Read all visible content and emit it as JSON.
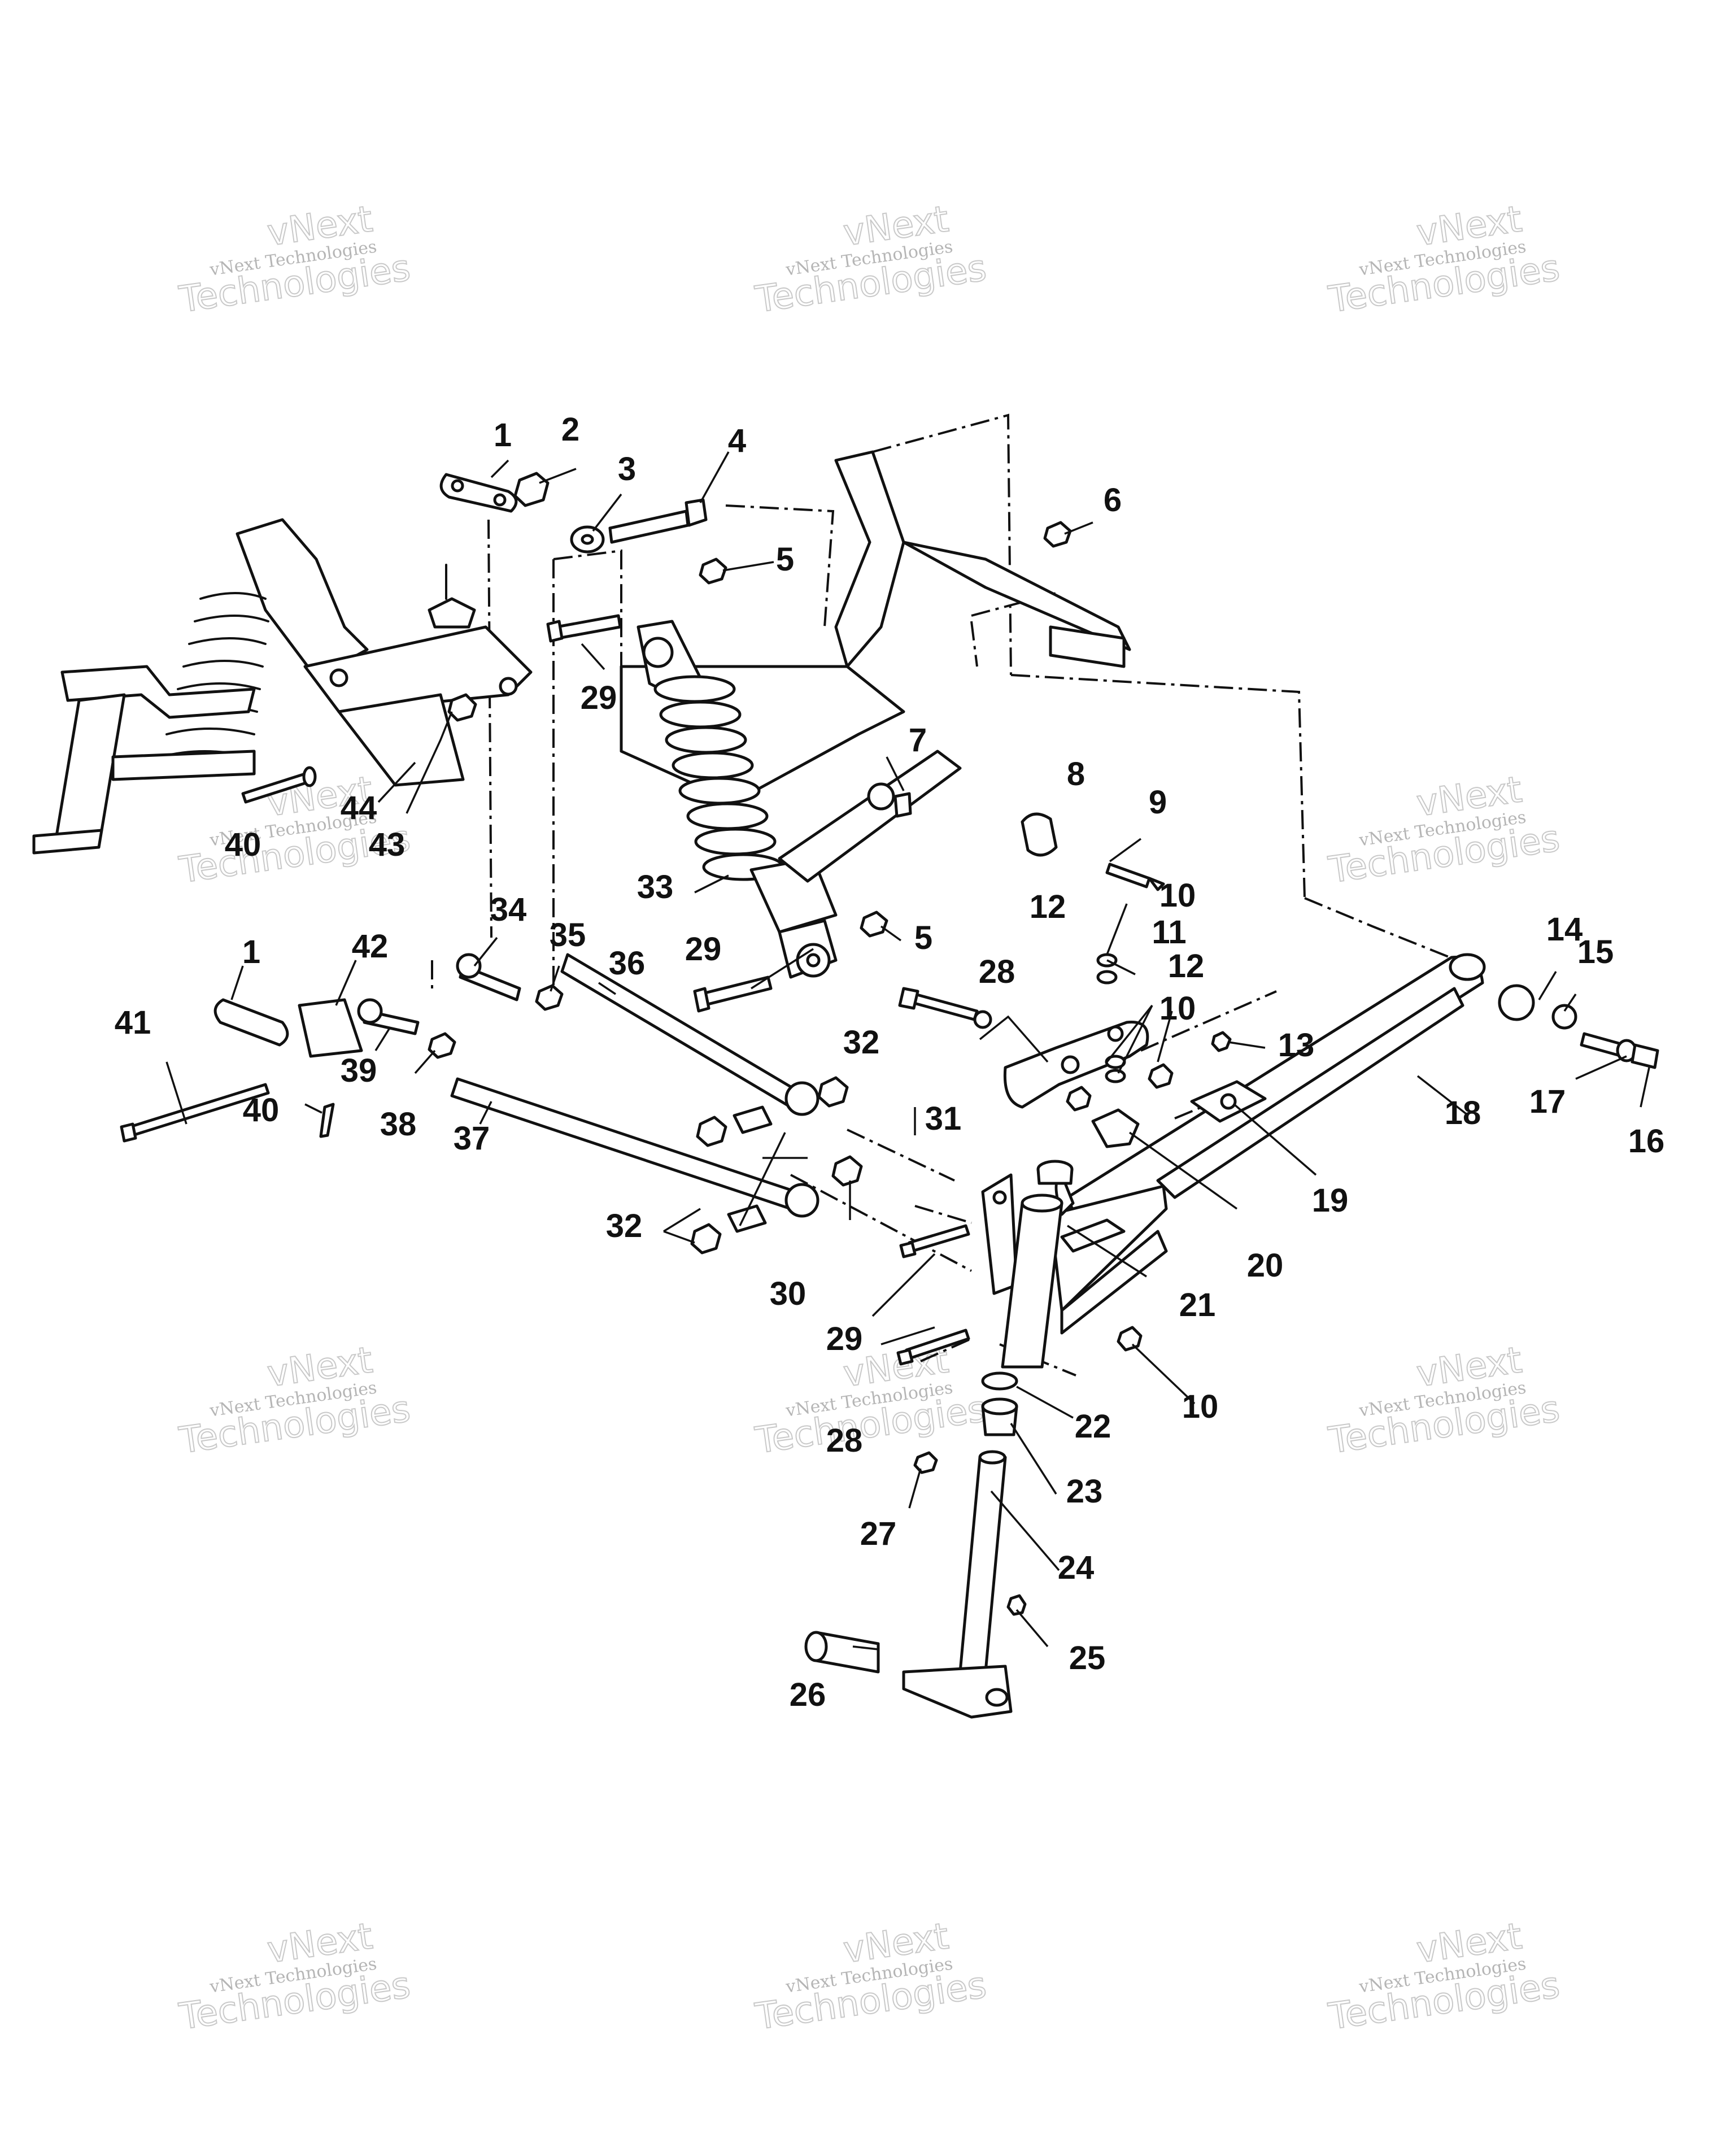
{
  "watermark": {
    "line1": "vNext",
    "line2": "vNext Technologies",
    "line3": "Technologies"
  },
  "callouts": [
    "1",
    "2",
    "3",
    "4",
    "5",
    "6",
    "7",
    "8",
    "9",
    "10",
    "11",
    "12",
    "13",
    "14",
    "15",
    "16",
    "17",
    "18",
    "19",
    "20",
    "21",
    "22",
    "23",
    "24",
    "25",
    "26",
    "27",
    "28",
    "29",
    "30",
    "31",
    "32",
    "33",
    "34",
    "35",
    "36",
    "37",
    "38",
    "39",
    "40",
    "41",
    "42",
    "43",
    "44"
  ],
  "callout_instances": [
    {
      "n": "1"
    },
    {
      "n": "2"
    },
    {
      "n": "3"
    },
    {
      "n": "4"
    },
    {
      "n": "5"
    },
    {
      "n": "6"
    },
    {
      "n": "7"
    },
    {
      "n": "8"
    },
    {
      "n": "9"
    },
    {
      "n": "10"
    },
    {
      "n": "12"
    },
    {
      "n": "11"
    },
    {
      "n": "12"
    },
    {
      "n": "10"
    },
    {
      "n": "13"
    },
    {
      "n": "14"
    },
    {
      "n": "15"
    },
    {
      "n": "17"
    },
    {
      "n": "16"
    },
    {
      "n": "18"
    },
    {
      "n": "19"
    },
    {
      "n": "20"
    },
    {
      "n": "21"
    },
    {
      "n": "10"
    },
    {
      "n": "22"
    },
    {
      "n": "23"
    },
    {
      "n": "24"
    },
    {
      "n": "25"
    },
    {
      "n": "26"
    },
    {
      "n": "27"
    },
    {
      "n": "28"
    },
    {
      "n": "28"
    },
    {
      "n": "29"
    },
    {
      "n": "29"
    },
    {
      "n": "29"
    },
    {
      "n": "30"
    },
    {
      "n": "31"
    },
    {
      "n": "32"
    },
    {
      "n": "32"
    },
    {
      "n": "33"
    },
    {
      "n": "34"
    },
    {
      "n": "35"
    },
    {
      "n": "36"
    },
    {
      "n": "37"
    },
    {
      "n": "38"
    },
    {
      "n": "39"
    },
    {
      "n": "40"
    },
    {
      "n": "40"
    },
    {
      "n": "41"
    },
    {
      "n": "42"
    },
    {
      "n": "43"
    },
    {
      "n": "44"
    },
    {
      "n": "1"
    },
    {
      "n": "5"
    }
  ]
}
